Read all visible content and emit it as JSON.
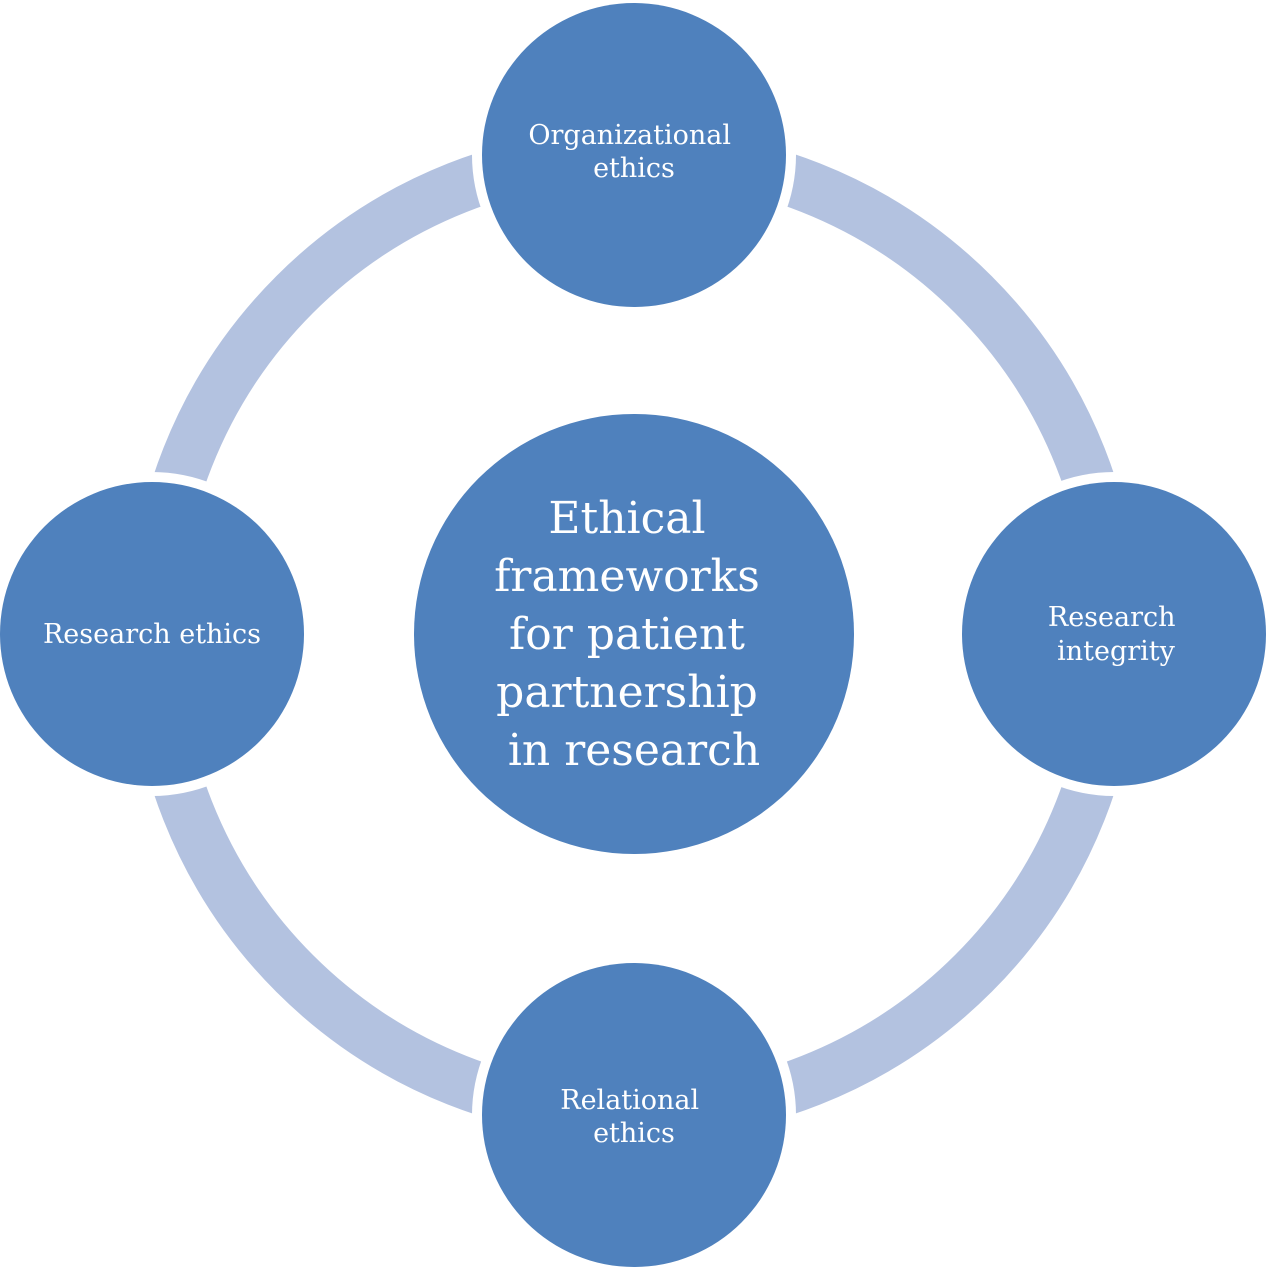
{
  "colors": {
    "node_fill": "#4f81bd",
    "ring_fill": "#b3c2e0",
    "background": "#ffffff"
  },
  "center": {
    "lines": [
      "Ethical",
      "frameworks",
      "for patient",
      "partnership",
      "in research"
    ]
  },
  "nodes": {
    "top": {
      "lines": [
        "Organizational",
        "ethics"
      ]
    },
    "right": {
      "lines": [
        "Research",
        "integrity"
      ]
    },
    "bottom": {
      "lines": [
        "Relational",
        "ethics"
      ]
    },
    "left": {
      "lines": [
        "Research ethics"
      ]
    }
  }
}
